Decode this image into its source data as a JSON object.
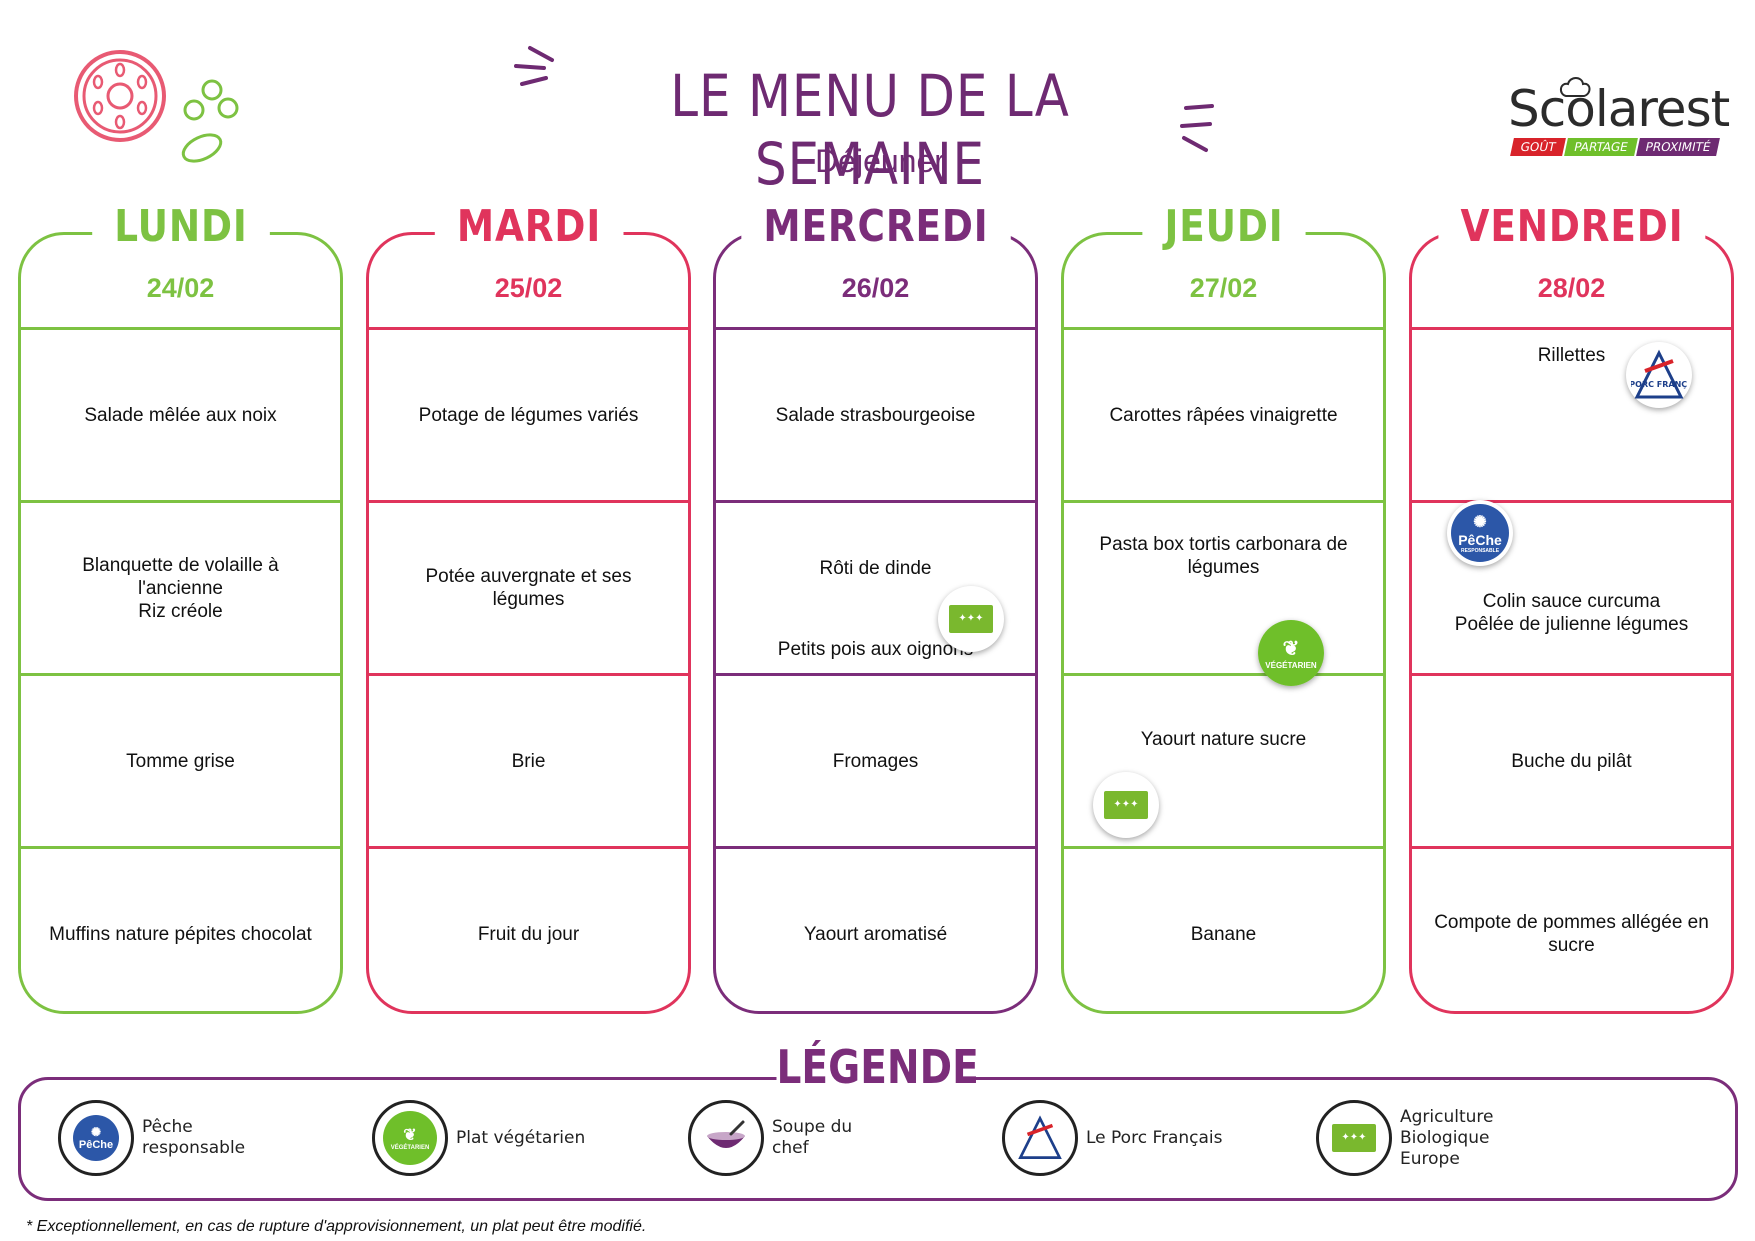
{
  "header": {
    "title": "LE MENU DE LA SEMAINE",
    "subtitle": "Déjeuner"
  },
  "logo": {
    "name": "Scolarest",
    "tagline": [
      "GOÛT",
      "PARTAGE",
      "PROXIMITÉ"
    ],
    "tagline_colors": [
      "#d8232a",
      "#6fbf2a",
      "#6e2a72"
    ]
  },
  "colors": {
    "green": "#7dc242",
    "pink": "#e0345c",
    "purple": "#7b2d7a",
    "title_purple": "#6e2a72"
  },
  "days": [
    {
      "name": "LUNDI",
      "date": "24/02",
      "color": "#7dc242",
      "meals": [
        [
          "Salade mêlée aux noix"
        ],
        [
          "Blanquette de volaille à l'ancienne",
          "Riz créole"
        ],
        [
          "Tomme grise"
        ],
        [
          "Muffins nature pépites chocolat"
        ]
      ]
    },
    {
      "name": "MARDI",
      "date": "25/02",
      "color": "#e0345c",
      "meals": [
        [
          "Potage de légumes variés"
        ],
        [
          "Potée auvergnate et ses légumes"
        ],
        [
          "Brie"
        ],
        [
          "Fruit du jour"
        ]
      ]
    },
    {
      "name": "MERCREDI",
      "date": "26/02",
      "color": "#7b2d7a",
      "meals": [
        [
          "Salade strasbourgeoise"
        ],
        [
          "Rôti de dinde",
          "Petits pois aux oignons"
        ],
        [
          "Fromages"
        ],
        [
          "Yaourt aromatisé"
        ]
      ]
    },
    {
      "name": "JEUDI",
      "date": "27/02",
      "color": "#7dc242",
      "meals": [
        [
          "Carottes râpées vinaigrette"
        ],
        [
          "Pasta box tortis carbonara de légumes"
        ],
        [
          "Yaourt nature sucre"
        ],
        [
          "Banane"
        ]
      ]
    },
    {
      "name": "VENDREDI",
      "date": "28/02",
      "color": "#e0345c",
      "meals": [
        [
          "Rillettes"
        ],
        [
          "Colin sauce curcuma",
          "Poêlée de julienne légumes"
        ],
        [
          "Buche du pilât"
        ],
        [
          "Compote de pommes allégée en sucre"
        ]
      ]
    }
  ],
  "badges": {
    "veg_text": "VÉGÉTARIEN",
    "peche_text": "PêChe",
    "peche_sub": "RESPONSABLE",
    "porc_text": "LE PORC FRANÇAIS"
  },
  "legend": {
    "title": "LÉGENDE",
    "items": [
      {
        "icon": "peche-responsable-icon",
        "label": "Pêche responsable"
      },
      {
        "icon": "plat-vegetarien-icon",
        "label": "Plat végétarien"
      },
      {
        "icon": "soupe-du-chef-icon",
        "label": "Soupe du chef"
      },
      {
        "icon": "porc-francais-icon",
        "label": "Le Porc Français"
      },
      {
        "icon": "agriculture-bio-icon",
        "label": "Agriculture Biologique Europe"
      }
    ]
  },
  "footnote": "* Exceptionnellement, en cas de rupture d'approvisionnement, un plat peut être modifié."
}
